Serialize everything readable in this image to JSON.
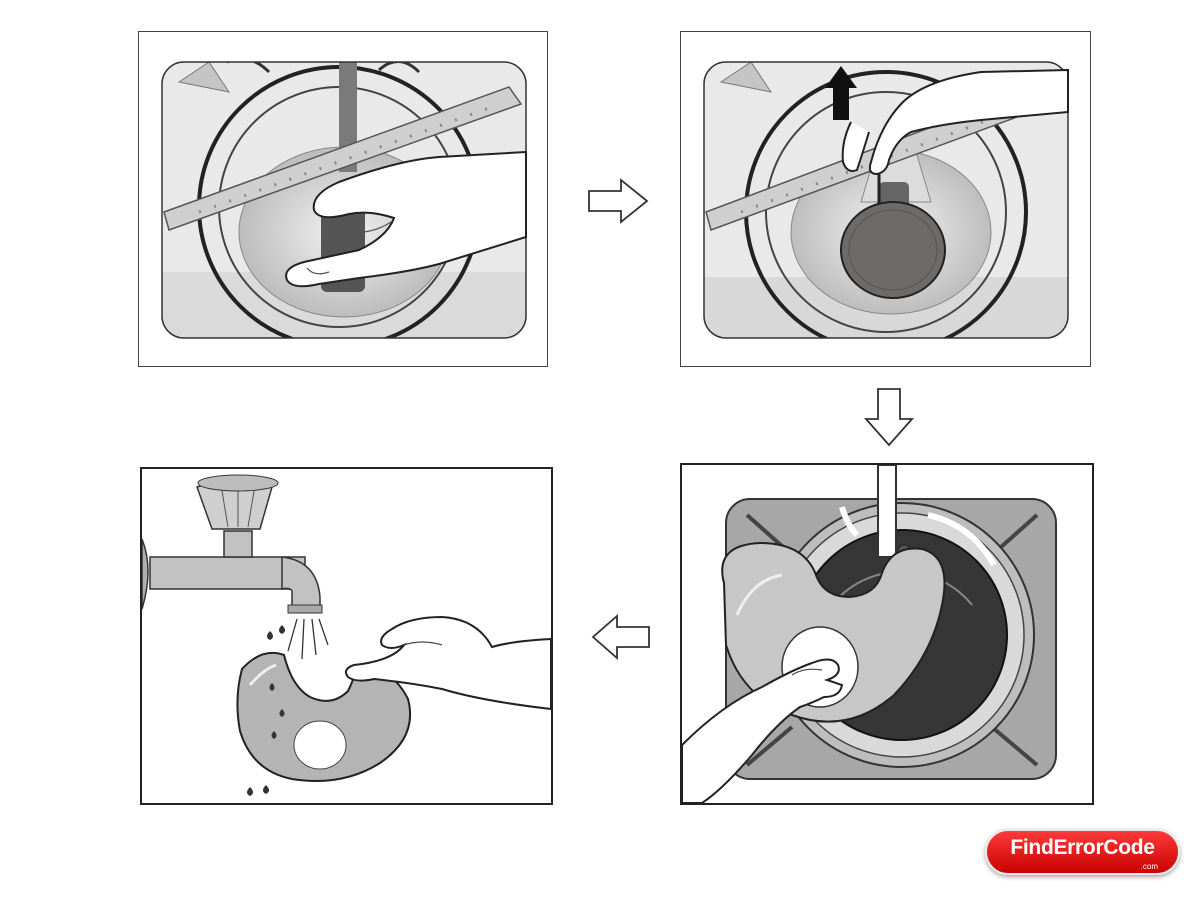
{
  "logo": {
    "brand": "FindErrorCode",
    "tld": ".com"
  },
  "colors": {
    "logo_red": "#d40000",
    "stroke": "#333333",
    "metal": "#b9b9b9",
    "filter": "#6e6a68"
  },
  "steps": [
    {
      "id": "step-1",
      "action": "grip-filter"
    },
    {
      "id": "step-2",
      "action": "lift-filter-up"
    },
    {
      "id": "step-3",
      "action": "remove-filter"
    },
    {
      "id": "step-4",
      "action": "rinse-filter-under-tap"
    }
  ],
  "flow_arrows": [
    "right",
    "down",
    "left"
  ]
}
